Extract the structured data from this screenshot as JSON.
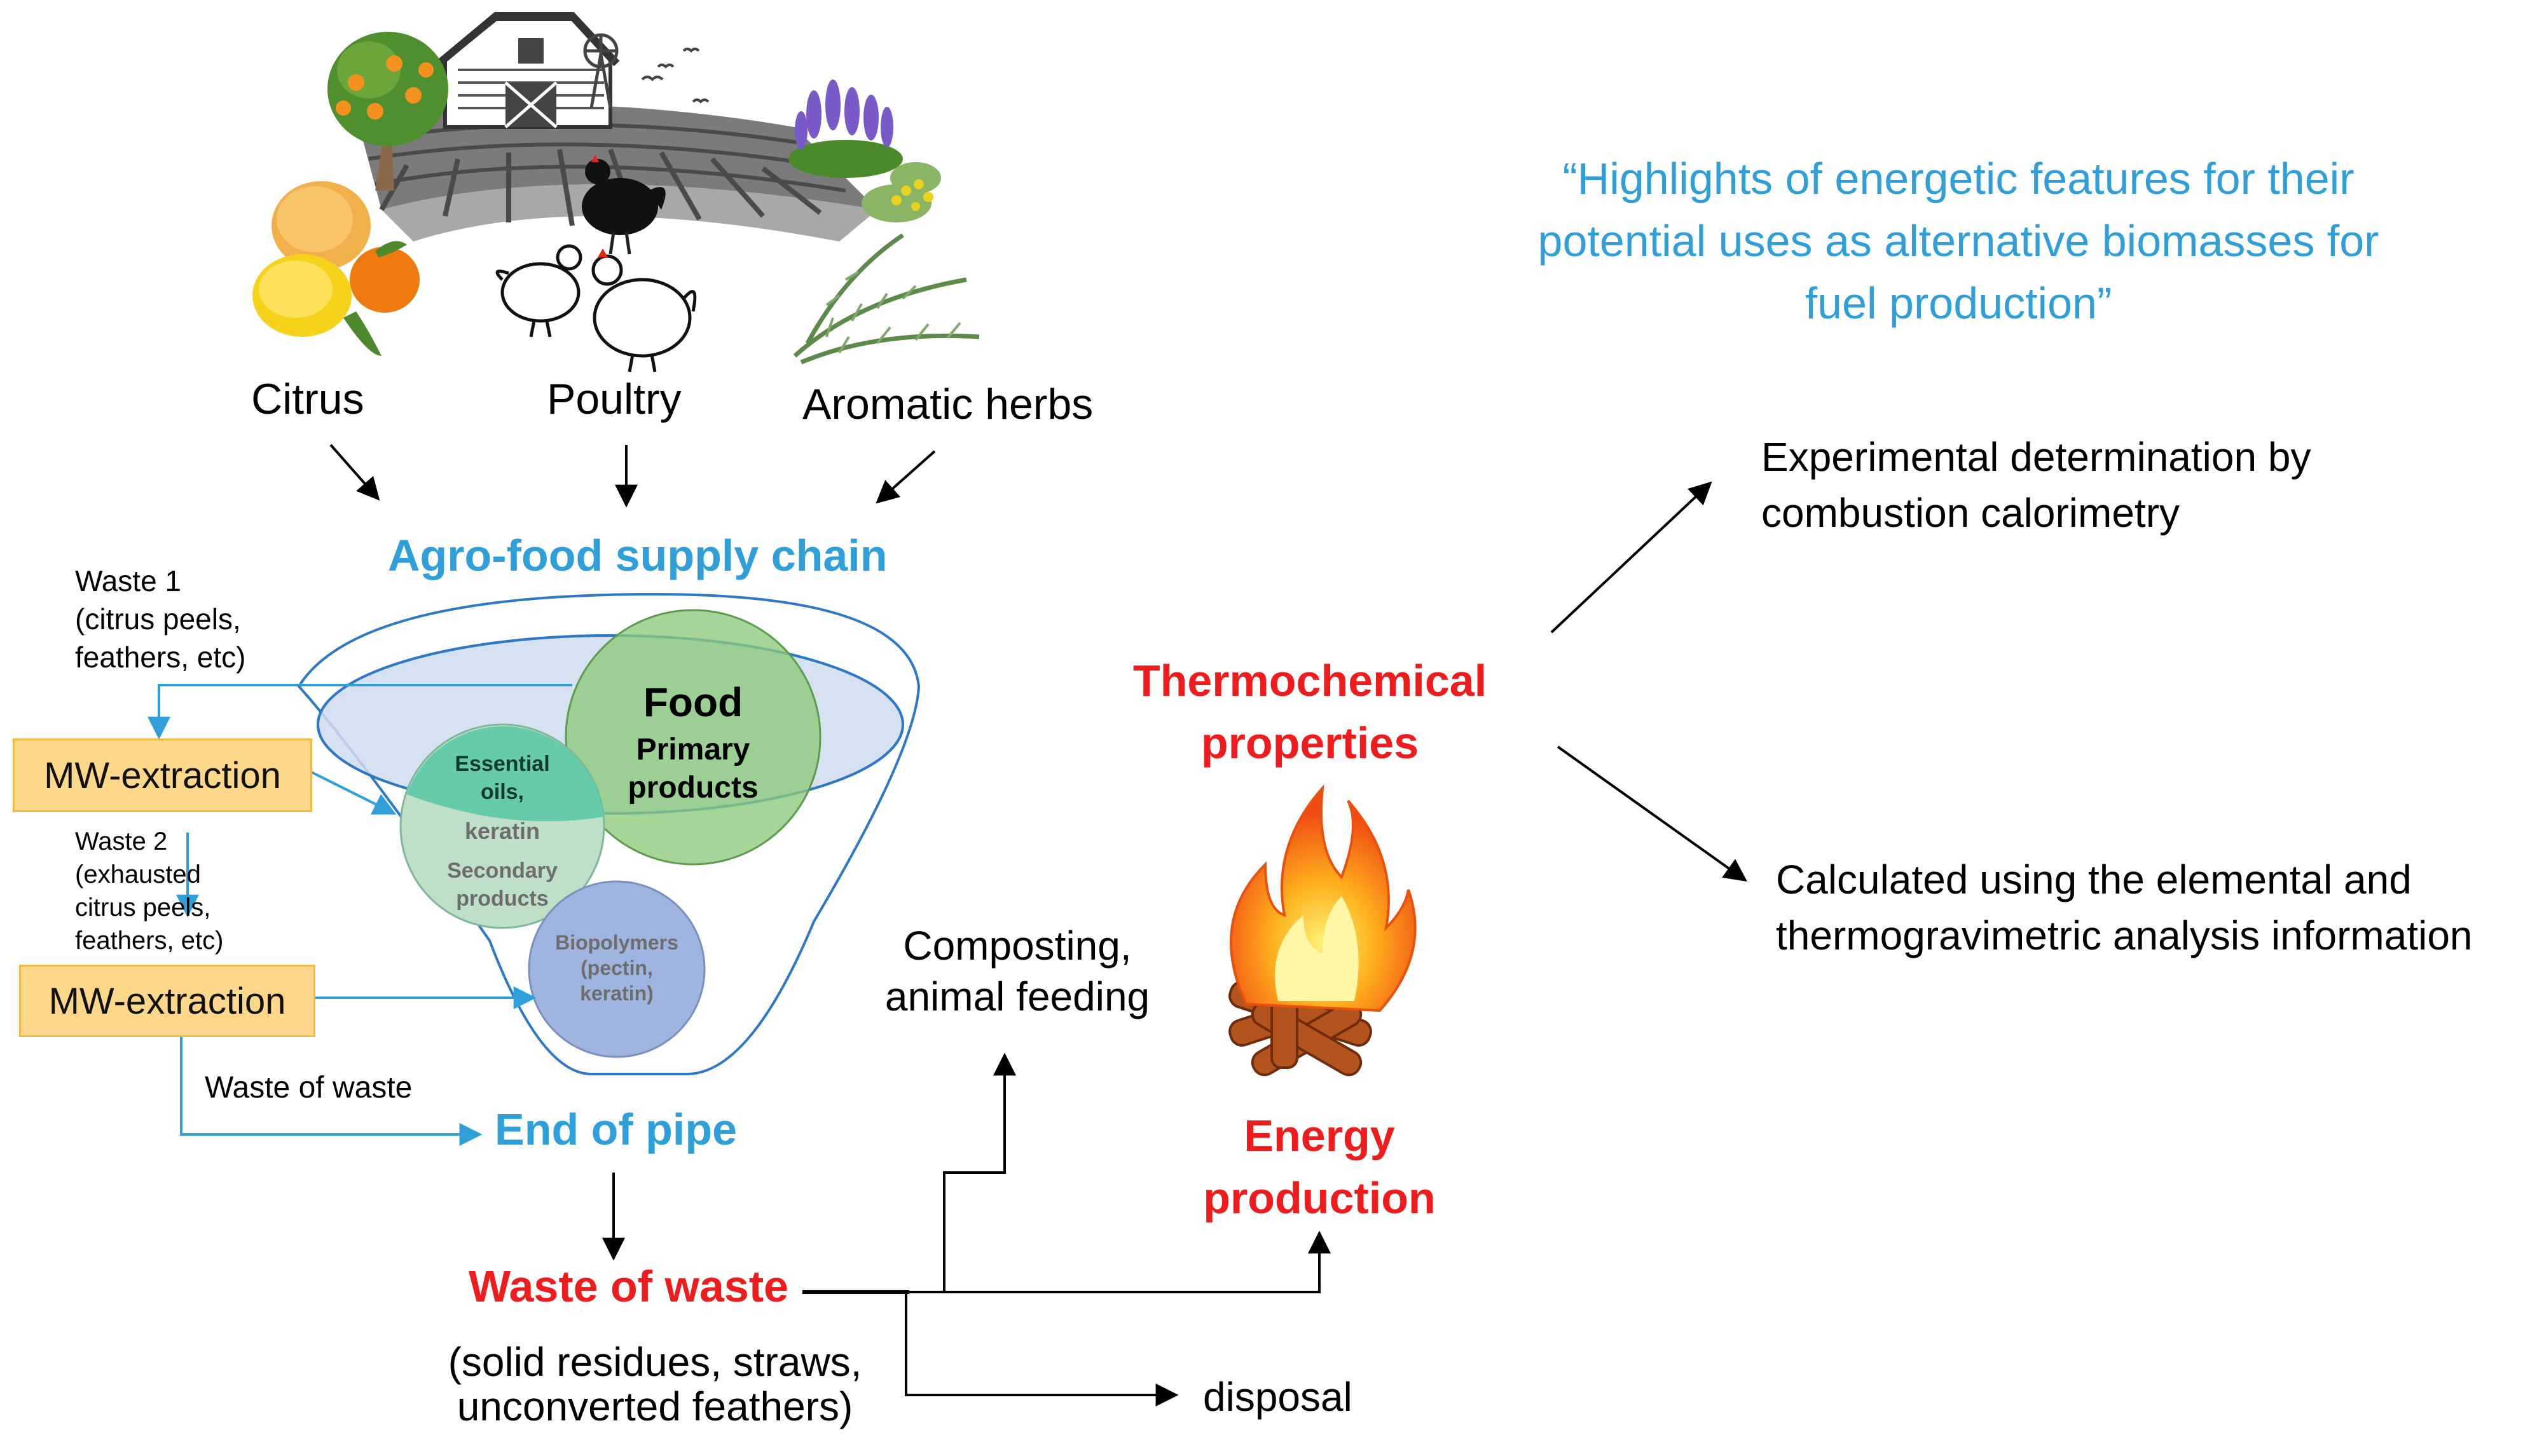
{
  "sources": {
    "citrus": "Citrus",
    "poultry": "Poultry",
    "herbs": "Aromatic herbs"
  },
  "supply_chain_title": "Agro-food supply chain",
  "waste1": {
    "line1": "Waste 1",
    "line2": "(citrus peels,",
    "line3": "feathers, etc)"
  },
  "waste2": {
    "line1": "Waste 2",
    "line2": "(exhausted",
    "line3": "citrus peels,",
    "line4": "feathers, etc)"
  },
  "mw_extraction_1": "MW-extraction",
  "mw_extraction_2": "MW-extraction",
  "waste_of_waste_small": "Waste of waste",
  "funnel": {
    "food": "Food",
    "primary_line1": "Primary",
    "primary_line2": "products",
    "essential_line1": "Essential",
    "essential_line2": "oils,",
    "keratin": "keratin",
    "secondary_line1": "Secondary",
    "secondary_line2": "products",
    "biopolymers_line1": "Biopolymers",
    "biopolymers_line2": "(pectin,",
    "biopolymers_line3": "keratin)"
  },
  "end_of_pipe": "End of pipe",
  "waste_of_waste": "Waste of waste",
  "residues_line1": "(solid residues, straws,",
  "residues_line2": "unconverted feathers)",
  "disposal": "disposal",
  "composting_line1": "Composting,",
  "composting_line2": "animal feeding",
  "thermo_line1": "Thermochemical",
  "thermo_line2": "properties",
  "energy_line1": "Energy",
  "energy_line2": "production",
  "quote_line1": "“Highlights of energetic features for their",
  "quote_line2": "potential uses as alternative biomasses for",
  "quote_line3": "fuel production”",
  "experimental_line1": "Experimental determination by",
  "experimental_line2": "combustion calorimetry",
  "calculated_line1": "Calculated using the elemental and",
  "calculated_line2": "thermogravimetric analysis information",
  "colors": {
    "blue_title": "#2e9fd8",
    "red_title": "#ee1c1c",
    "mw_box": "#fdd78a",
    "food_circle": "#8cc97a",
    "essential_circle": "#5cc9a7",
    "biopolymer_circle": "#9fb4df"
  }
}
